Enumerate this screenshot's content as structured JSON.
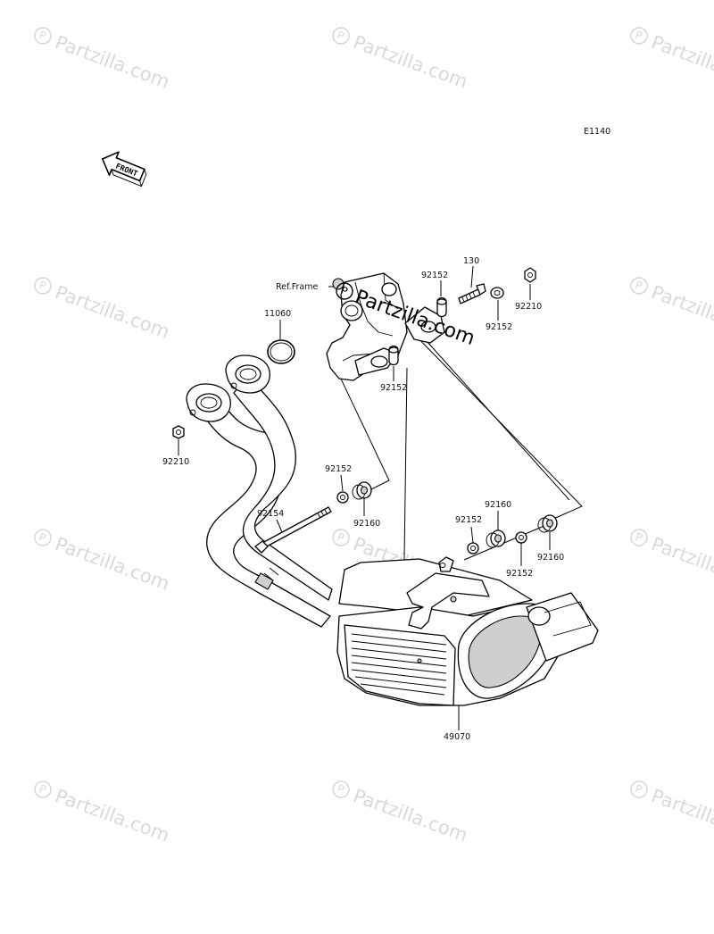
{
  "diagram_code": "E1140",
  "front_arrow_label": "FRONT",
  "ref_label": "Ref.Frame",
  "watermark_text": "Partzilla.com",
  "watermark_center_text": "Partzilla.com",
  "parts": [
    {
      "number": "11060"
    },
    {
      "number": "92210"
    },
    {
      "number": "92152"
    },
    {
      "number": "130"
    },
    {
      "number": "92154"
    },
    {
      "number": "92160"
    },
    {
      "number": "49070"
    }
  ],
  "callouts": {
    "c11060": "11060",
    "c92210_left": "92210",
    "c92152_top": "92152",
    "c130": "130",
    "c92210_right": "92210",
    "c92152_topright": "92152",
    "c92152_frame": "92152",
    "c92152_mid": "92152",
    "c92154": "92154",
    "c92160_mid": "92160",
    "c92160_right": "92160",
    "c92152_rightmid": "92152",
    "c92152_lower": "92152",
    "c92160_lowerright": "92160",
    "c49070": "49070"
  },
  "colors": {
    "watermark": "#d9d9d9",
    "line": "#000000",
    "background": "#ffffff"
  }
}
